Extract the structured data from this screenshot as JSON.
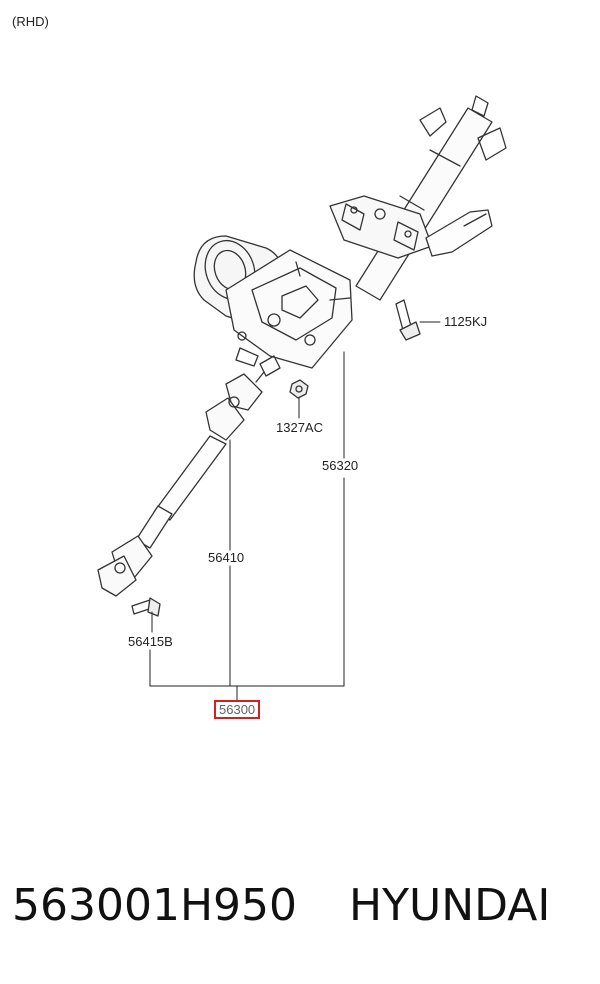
{
  "header": {
    "variant": "(RHD)"
  },
  "callouts": {
    "c1125kj": "1125KJ",
    "c1327ac": "1327AC",
    "c56320": "56320",
    "c56410": "56410",
    "c56415b": "56415B",
    "c56300": "56300"
  },
  "footer": {
    "part_number": "563001H950",
    "brand": "HYUNDAI"
  },
  "colors": {
    "highlight_box": "#d62020",
    "line": "#333333"
  }
}
